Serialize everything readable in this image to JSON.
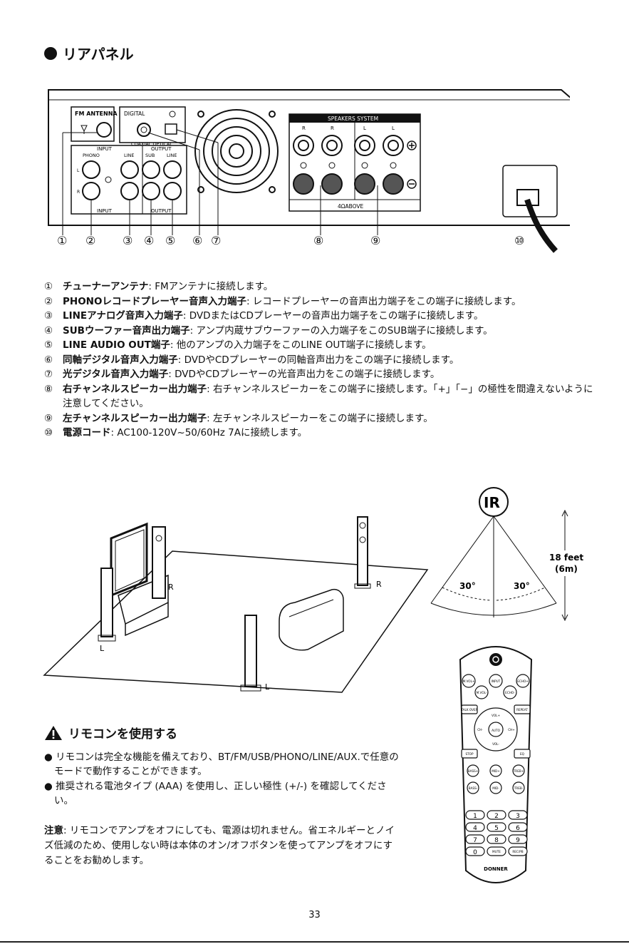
{
  "section_title": "リアパネル",
  "panel": {
    "fm_antenna": "FM ANTENNA",
    "digital": "DIGITAL",
    "coaxial_optical": "COAXIAL  OPTICAL",
    "input_top": "INPUT",
    "output_top": "OUTPUT",
    "phono": "PHONO",
    "line_in": "LINE",
    "sub": "SUB",
    "line_out": "LINE",
    "input_bottom": "INPUT",
    "output_bottom": "OUTPUT",
    "ch_l": "L",
    "ch_r": "R",
    "speakers_system": "SPEAKERS SYSTEM",
    "spk_r1": "R",
    "spk_r2": "R",
    "spk_l1": "L",
    "spk_l2": "L",
    "ohm": "4ΩABOVE",
    "callouts": [
      "①",
      "②",
      "③",
      "④",
      "⑤",
      "⑥",
      "⑦",
      "⑧",
      "⑨",
      "⑩"
    ]
  },
  "legend": [
    {
      "num": "①",
      "term": "チューナーアンテナ",
      "desc": ": FMアンテナに接続します。"
    },
    {
      "num": "②",
      "term": "PHONOレコードプレーヤー音声入力端子",
      "desc": ": レコードプレーヤーの音声出力端子をこの端子に接続します。"
    },
    {
      "num": "③",
      "term": "LINEアナログ音声入力端子",
      "desc": ": DVDまたはCDプレーヤーの音声出力端子をこの端子に接続します。"
    },
    {
      "num": "④",
      "term": "SUBウーファー音声出力端子",
      "desc": ": アンプ内蔵サブウーファーの入力端子をこのSUB端子に接続します。"
    },
    {
      "num": "⑤",
      "term": "LINE AUDIO OUT端子",
      "desc": ": 他のアンプの入力端子をこのLINE OUT端子に接続します。"
    },
    {
      "num": "⑥",
      "term": "同軸デジタル音声入力端子",
      "desc": ": DVDやCDプレーヤーの同軸音声出力をこの端子に接続します。"
    },
    {
      "num": "⑦",
      "term": "光デジタル音声入力端子",
      "desc": ": DVDやCDプレーヤーの光音声出力をこの端子に接続します。"
    },
    {
      "num": "⑧",
      "term": "右チャンネルスピーカー出力端子",
      "desc": ": 右チャンネルスピーカーをこの端子に接続します。「+」「−」の極性を間違えないように注意してください。"
    },
    {
      "num": "⑨",
      "term": "左チャンネルスピーカー出力端子",
      "desc": ": 左チャンネルスピーカーをこの端子に接続します。"
    },
    {
      "num": "⑩",
      "term": "電源コード",
      "desc": ": AC100-120V~50/60Hz 7Aに接続します。"
    }
  ],
  "room": {
    "r_front": "R",
    "r_back": "R",
    "l_front": "L",
    "l_back": "L"
  },
  "ir": {
    "label": "IR",
    "distance": "18 feet",
    "distance_m": "(6m)",
    "angle_left": "30°",
    "angle_right": "30°"
  },
  "remote": {
    "mvol_plus": "M.VOL+",
    "input": "INPUT",
    "echo_plus": "ECHO+",
    "mvol_minus": "M.VOL-",
    "echo_minus": "ECHO-",
    "talkover": "TALK OVER",
    "repeat": "REPEAT",
    "vol_plus": "VOL+",
    "vol_minus": "VOL-",
    "ch_minus": "CH-",
    "ch_plus": "CH+",
    "auto": "AUTO",
    "stop": "STOP",
    "eq": "EQ",
    "bass_plus": "BASS+",
    "mid_plus": "MID+",
    "treb_plus": "TREB+",
    "bass_minus": "BASS-",
    "mid_minus": "MID-",
    "treb_minus": "TREB-",
    "digits": [
      "1",
      "2",
      "3",
      "4",
      "5",
      "6",
      "7",
      "8",
      "9",
      "0"
    ],
    "mute": "MUTE",
    "recpb": "REC/PB",
    "brand": "DONNER"
  },
  "warning_title": "リモコンを使用する",
  "bullets": [
    "● リモコンは完全な機能を備えており、BT/FM/USB/PHONO/LINE/AUX.で任意のモードで動作することができます。",
    "● 推奨される電池タイプ (AAA) を使用し、正しい極性 (+/-) を確認してください。"
  ],
  "note_label": "注意",
  "note_text": ": リモコンでアンプをオフにしても、電源は切れません。省エネルギーとノイズ低減のため、使用しない時は本体のオン/オフボタンを使ってアンプをオフにすることをお勧めします。",
  "page_number": "33"
}
